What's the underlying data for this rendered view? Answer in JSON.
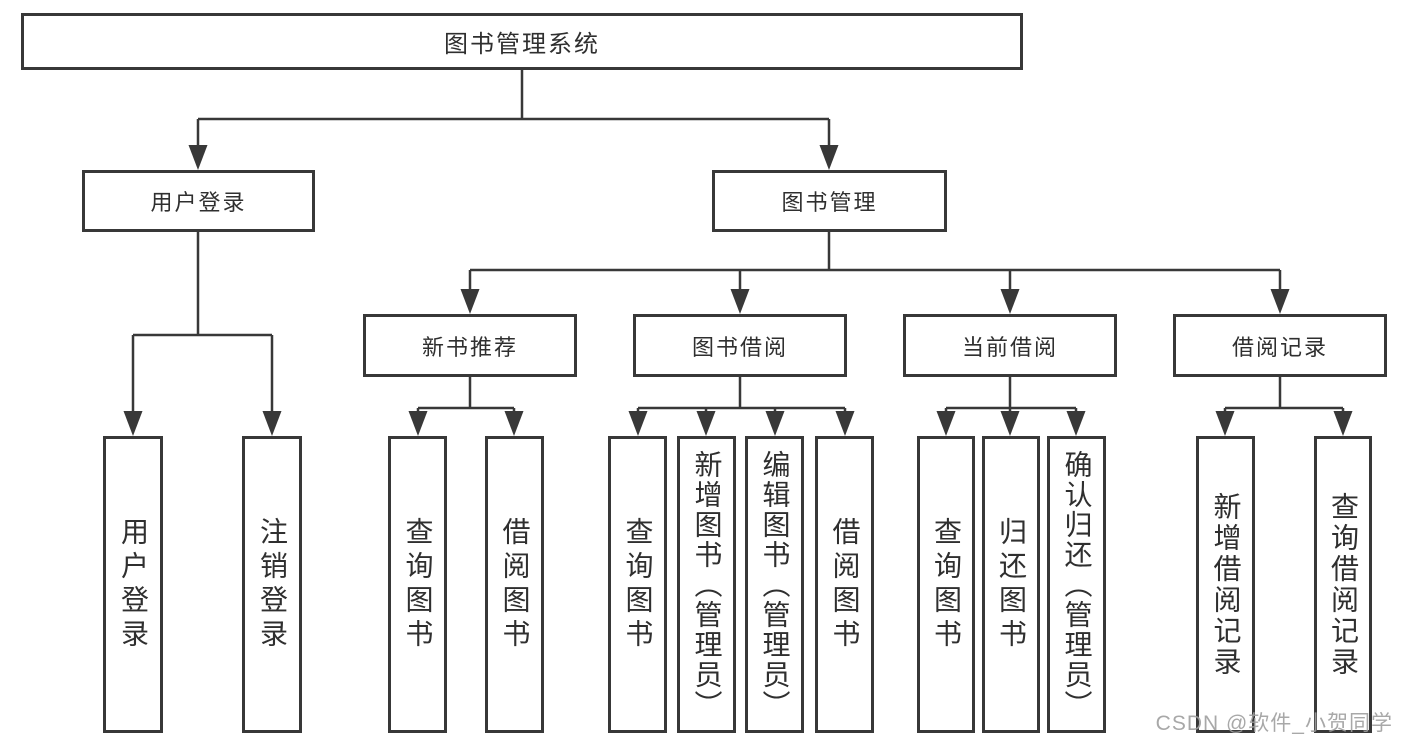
{
  "diagram": {
    "root": {
      "label": "图书管理系统"
    },
    "level2": [
      {
        "label": "用户登录"
      },
      {
        "label": "图书管理"
      }
    ],
    "level3": [
      {
        "label": "新书推荐"
      },
      {
        "label": "图书借阅"
      },
      {
        "label": "当前借阅"
      },
      {
        "label": "借阅记录"
      }
    ],
    "leaves": {
      "user_login": [
        {
          "label": "用户登录"
        },
        {
          "label": "注销登录"
        }
      ],
      "new_book_recommend": [
        {
          "label": "查询图书"
        },
        {
          "label": "借阅图书"
        }
      ],
      "book_borrow": [
        {
          "label": "查询图书"
        },
        {
          "label": "新增图书（管理员）"
        },
        {
          "label": "编辑图书（管理员）"
        },
        {
          "label": "借阅图书"
        }
      ],
      "current_borrow": [
        {
          "label": "查询图书"
        },
        {
          "label": "归还图书"
        },
        {
          "label": "确认归还（管理员）"
        }
      ],
      "borrow_record": [
        {
          "label": "新增借阅记录"
        },
        {
          "label": "查询借阅记录"
        }
      ]
    }
  },
  "watermark": {
    "text": "CSDN @软件_小贺同学"
  },
  "colors": {
    "line": "#383838",
    "box_border": "#383838",
    "text": "#2f2f2f",
    "watermark": "#9e9e9e",
    "background": "#ffffff"
  }
}
